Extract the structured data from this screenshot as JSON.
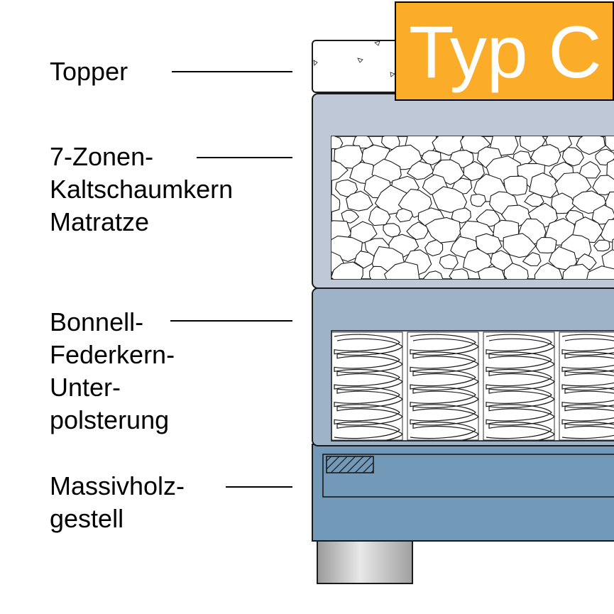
{
  "badge": {
    "text": "Typ C",
    "background": "#fbac29",
    "color": "#ffffff"
  },
  "layers": [
    {
      "id": "topper",
      "lines": [
        "Topper"
      ],
      "fill": "#ffffff",
      "pattern": "foam-speckle"
    },
    {
      "id": "matratze",
      "lines": [
        "7-Zonen-",
        "Kaltschaumkern",
        "Matratze"
      ],
      "fill": "#bfc8d6",
      "pattern": "foam-cells"
    },
    {
      "id": "unterpolsterung",
      "lines": [
        "Bonnell-",
        "Federkern-",
        "Unter-",
        "polsterung"
      ],
      "fill": "#9eb2c8",
      "pattern": "springs"
    },
    {
      "id": "gestell",
      "lines": [
        "Massivholz-",
        "gestell"
      ],
      "fill": "#729ab8",
      "pattern": "hatch"
    }
  ],
  "colors": {
    "outline": "#1a1a1a",
    "leader": "#000000",
    "foot": "#c8c8c8"
  },
  "icons": {
    "leader-line": "leader-line-icon"
  }
}
